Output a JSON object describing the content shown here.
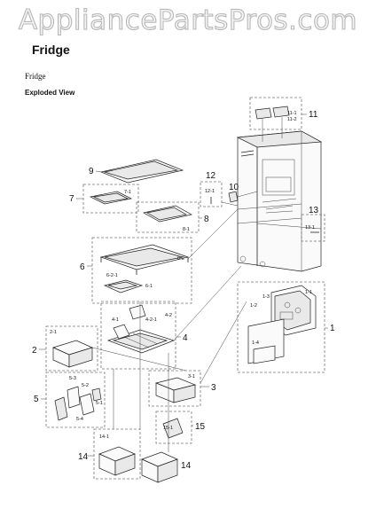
{
  "site": {
    "watermark": "AppliancePartsPros.com"
  },
  "header": {
    "title": "Fridge",
    "subtitle": "Fridge",
    "view_label": "Exploded View"
  },
  "callouts": {
    "c1": "1",
    "c1_1": "1-1",
    "c1_2": "1-2",
    "c1_3": "1-3",
    "c1_4": "1-4",
    "c2": "2",
    "c2_1": "2-1",
    "c3": "3",
    "c3_1": "3-1",
    "c4": "4",
    "c4_1": "4-1",
    "c4_2": "4-2",
    "c4_2_1": "4-2-1",
    "c5": "5",
    "c5_1": "5-1",
    "c5_2": "5-2",
    "c5_3": "5-3",
    "c5_4": "5-4",
    "c6": "6",
    "c6_1": "6-1",
    "c6_2": "6-2",
    "c6_2_1": "6-2-1",
    "c7": "7",
    "c7_1": "7-1",
    "c8": "8",
    "c8_1": "8-1",
    "c9": "9",
    "c10": "10",
    "c11": "11",
    "c11_1": "11-1",
    "c11_2": "11-2",
    "c12": "12",
    "c12_1": "12-1",
    "c13": "13",
    "c13_1": "13-1",
    "c14": "14",
    "c14_b": "14",
    "c14_1": "14-1",
    "c15": "15",
    "c15_1": "15-1"
  }
}
